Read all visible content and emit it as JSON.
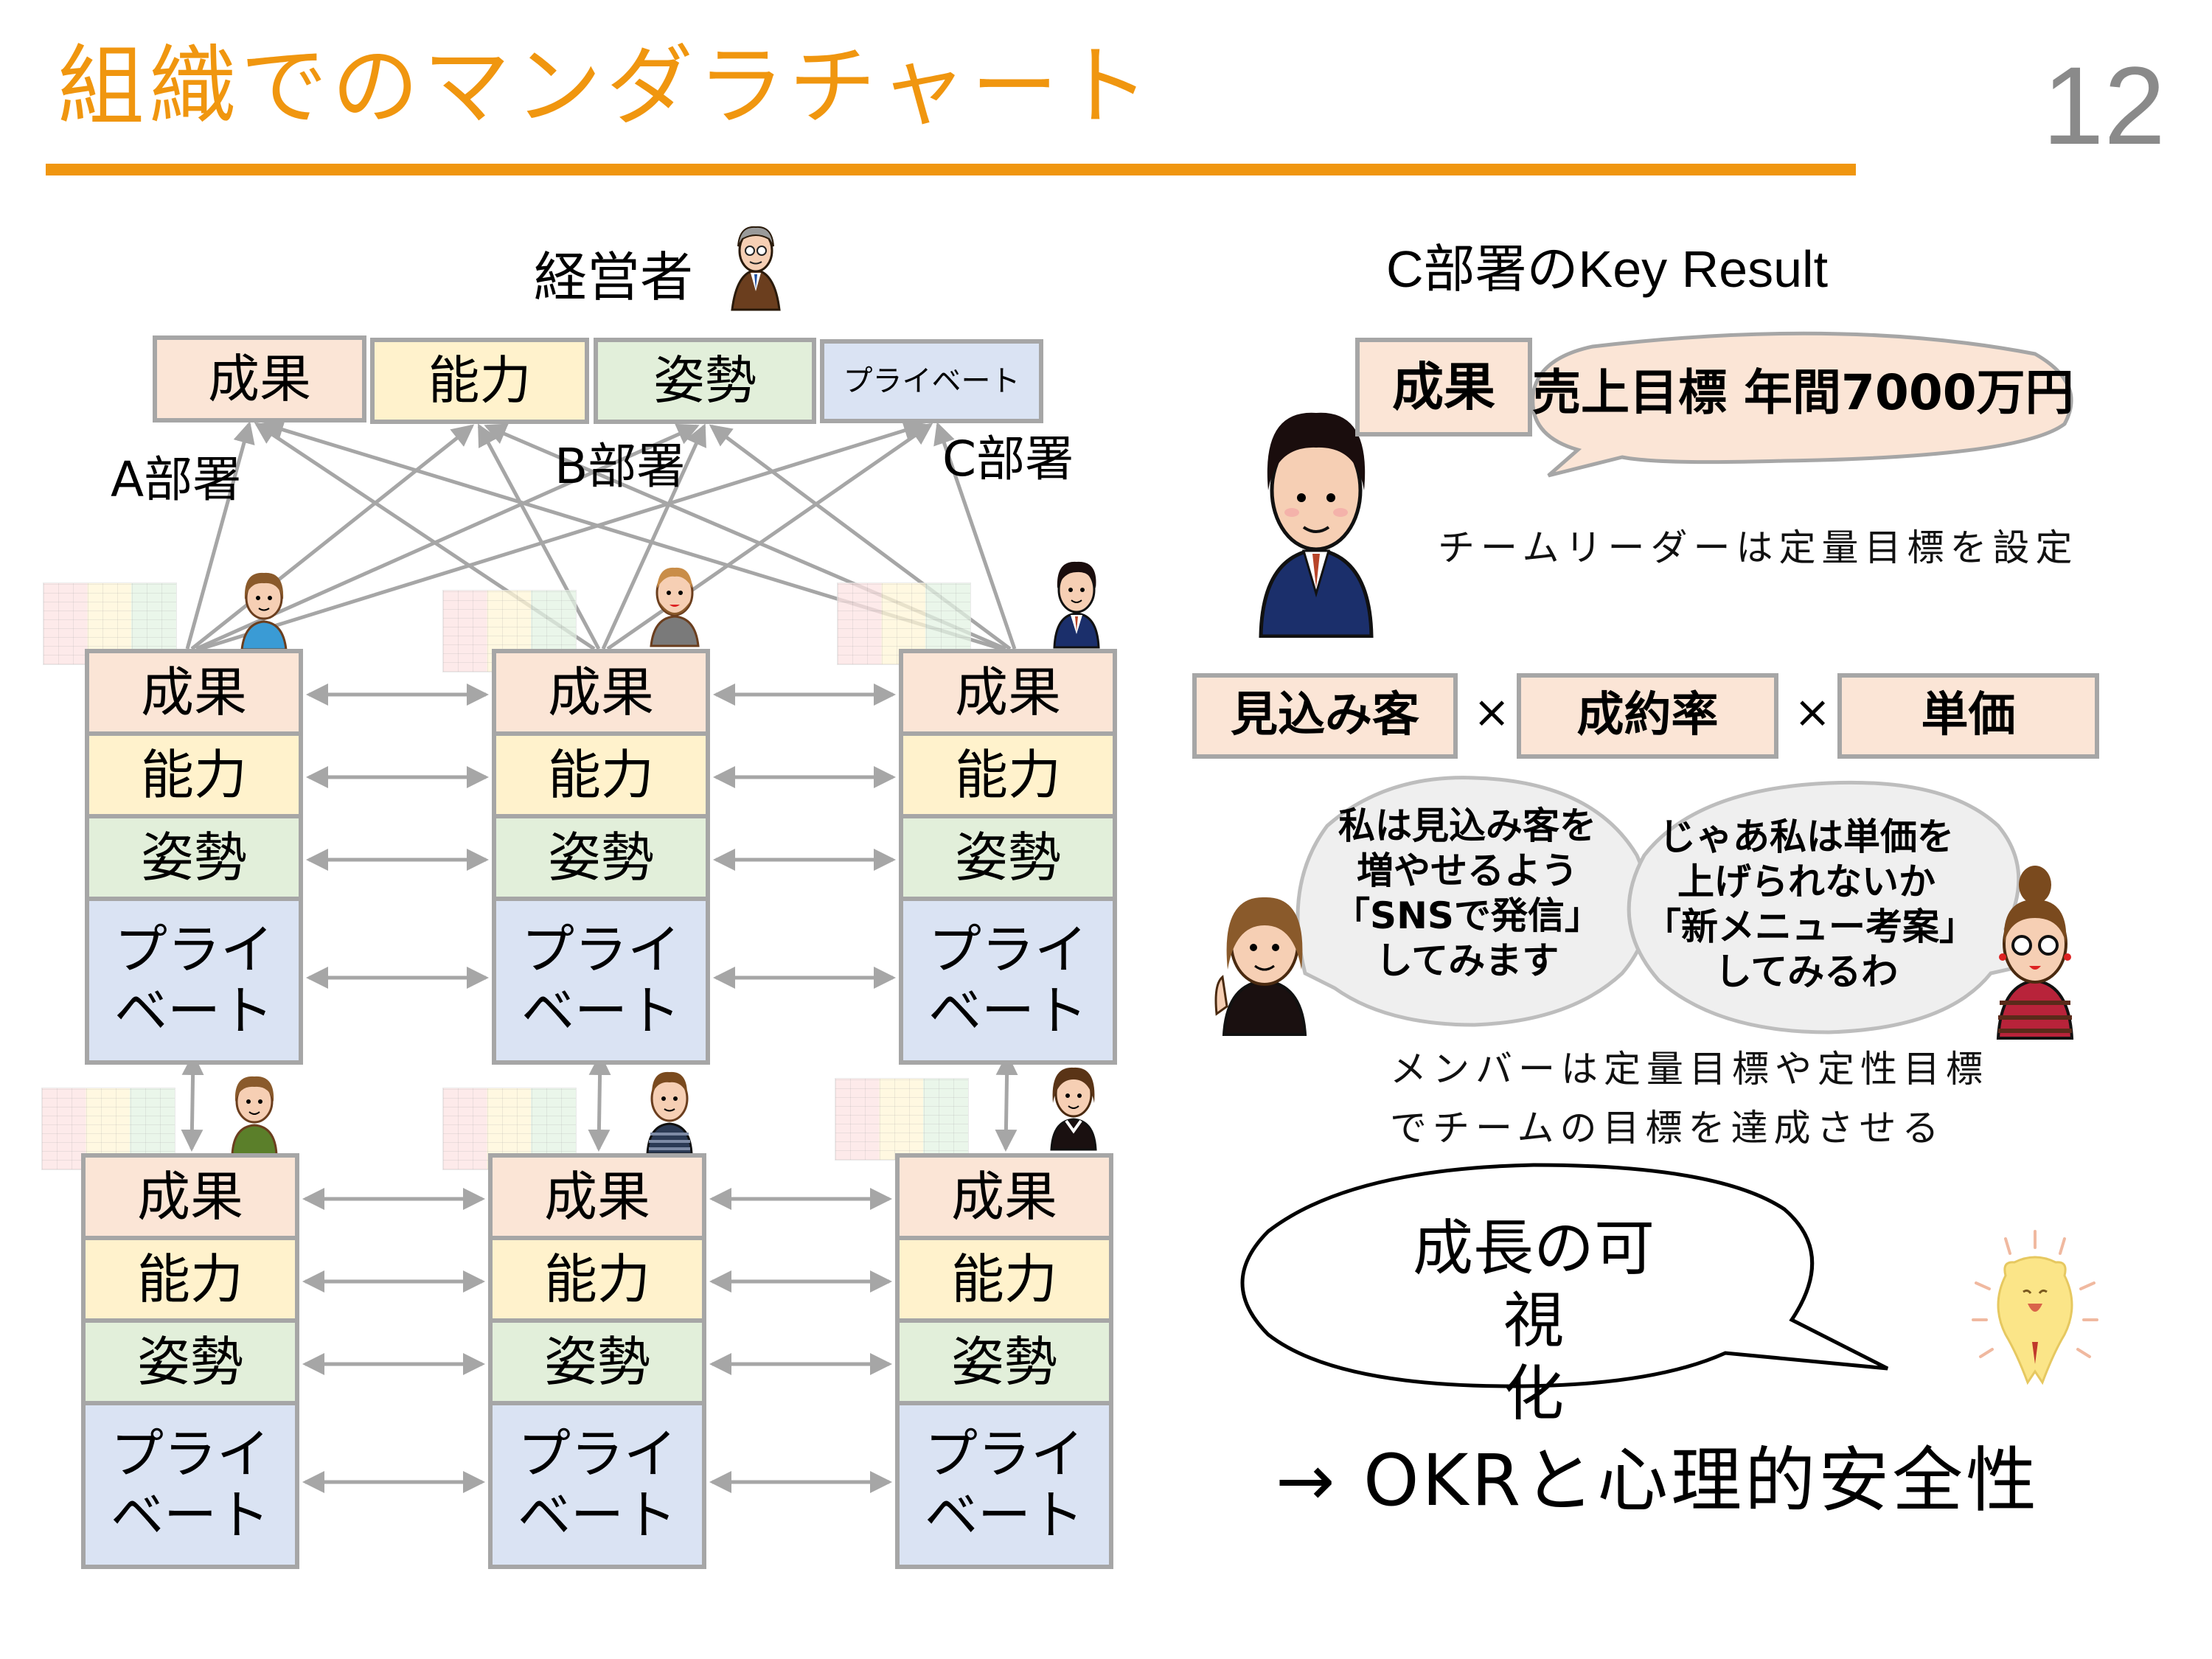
{
  "slide": {
    "title": "組織でのマンダラチャート",
    "page_number": "12",
    "accent_color": "#f0960f"
  },
  "categories": {
    "result": "成果",
    "ability": "能力",
    "attitude": "姿勢",
    "private": "プライベート",
    "private_wrapped": [
      "プライ",
      "ベート"
    ]
  },
  "category_colors": {
    "result": "#fbe5d6",
    "ability": "#fff2cc",
    "attitude": "#e2efda",
    "private": "#dae3f3",
    "border": "#a6a6a6",
    "arrow": "#a6a6a6"
  },
  "left_diagram": {
    "executive_label": "経営者",
    "departments": [
      "A部署",
      "B部署",
      "C部署"
    ],
    "icons": {
      "executive": "executive-person-icon",
      "dept_a_top": "woman-blue-shirt-icon",
      "dept_b_top": "bearded-man-icon",
      "dept_c_top": "businessman-icon",
      "dept_a_bottom": "girl-green-vest-icon",
      "dept_b_bottom": "man-striped-shirt-icon",
      "dept_c_bottom": "woman-black-top-icon",
      "mandala_thumbnail": "mandala-chart-thumbnail-icon"
    }
  },
  "right_panel": {
    "key_result_title": "C部署のKey Result",
    "kr_category": "成果",
    "kr_goal": "売上目標 年間7000万円",
    "leader_note": "チームリーダーは定量目標を設定",
    "factors": [
      "見込み客",
      "成約率",
      "単価"
    ],
    "times_symbol": "×",
    "member1_speech": [
      "私は見込み客を",
      "増やせるよう",
      "「SNSで発信」",
      "してみます"
    ],
    "member2_speech": [
      "じゃあ私は単価を",
      "上げられないか",
      "「新メニュー考案」",
      "してみるわ"
    ],
    "member_note": [
      "メンバーは定量目標や定性目標",
      "でチームの目標を達成させる"
    ],
    "growth_bubble": [
      "成長の可視",
      "化"
    ],
    "conclusion": "→ OKRと心理的安全性",
    "icons": {
      "leader": "team-leader-icon",
      "member1": "woman-pointing-icon",
      "member2": "woman-glasses-icon",
      "mascot": "happy-bear-mascot-icon"
    }
  }
}
